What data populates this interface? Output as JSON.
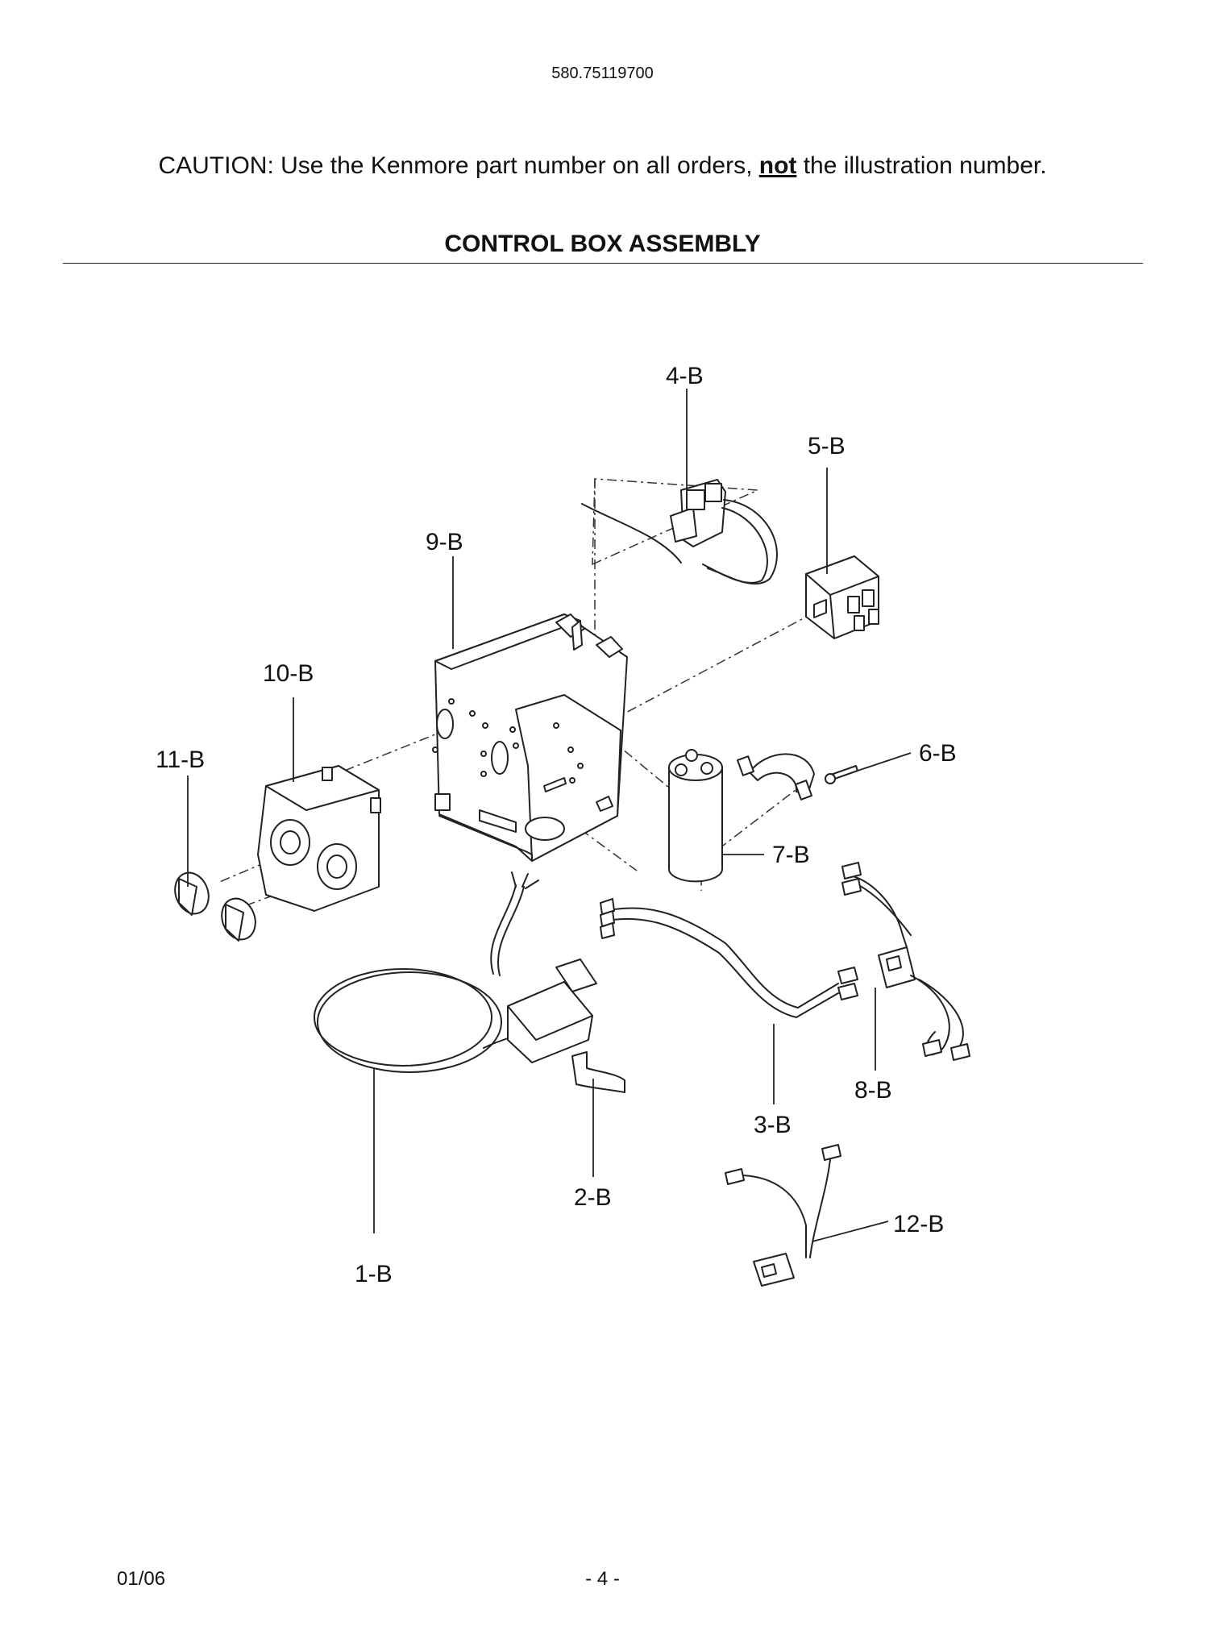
{
  "header": {
    "model_number": "580.75119700"
  },
  "caution": {
    "prefix": "CAUTION: Use the Kenmore part number on all orders, ",
    "emphasis": "not",
    "suffix": " the illustration number."
  },
  "section_title": "CONTROL BOX ASSEMBLY",
  "callouts": [
    "1-B",
    "2-B",
    "3-B",
    "4-B",
    "5-B",
    "6-B",
    "7-B",
    "8-B",
    "9-B",
    "10-B",
    "11-B",
    "12-B"
  ],
  "footer": {
    "date": "01/06",
    "page": "- 4 -"
  }
}
